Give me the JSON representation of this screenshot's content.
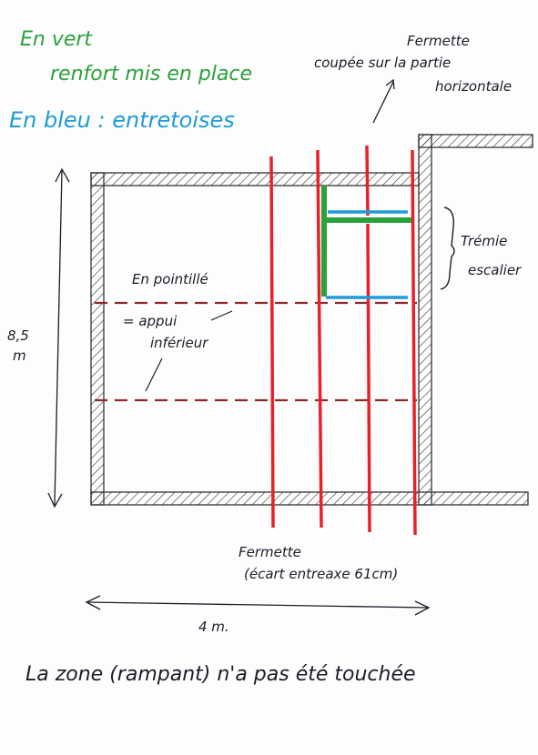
{
  "legend": {
    "green_line1": "En vert",
    "green_line2": "renfort mis en place",
    "blue": "En bleu : entretoises",
    "green_color": "#2aa13a",
    "blue_color": "#1e9bd7"
  },
  "annotations": {
    "fermette_cut_1": "Fermette",
    "fermette_cut_2": "coupée sur la partie",
    "fermette_cut_3": "horizontale",
    "tremie_1": "Trémie",
    "tremie_2": "escalier",
    "dashed_1": "En pointillé",
    "dashed_2": "= appui",
    "dashed_3": "inférieur",
    "height_1": "8,5",
    "height_2": "m",
    "fermette_1": "Fermette",
    "fermette_2": "(écart entreaxe 61cm)",
    "width": "4 m.",
    "footer": "La zone (rampant) n'a pas été touchée"
  },
  "colors": {
    "truss": "#e8202a",
    "dashed": "#8b2a2a",
    "ink": "#1c1c2a"
  }
}
